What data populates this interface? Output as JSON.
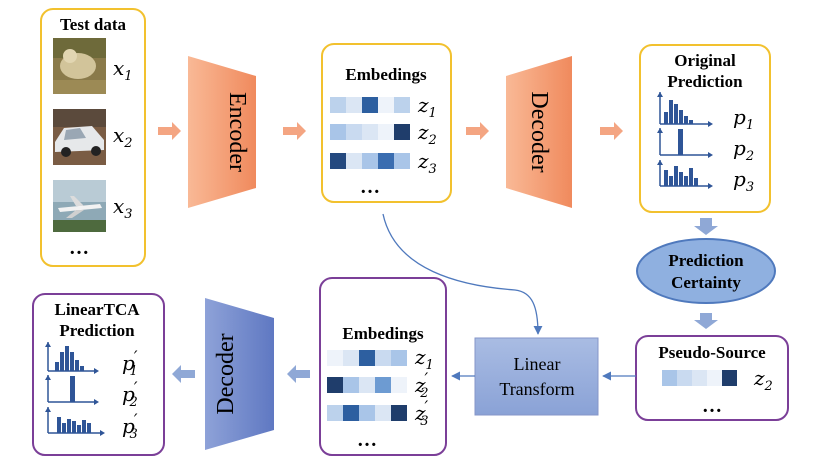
{
  "test_data": {
    "title": "Test data",
    "items": [
      "x",
      "x",
      "x"
    ],
    "subs": [
      "1",
      "2",
      "3"
    ],
    "more": "…"
  },
  "encoder": {
    "label": "Encoder"
  },
  "embed_top": {
    "title": "Embedings",
    "items": [
      "z",
      "z",
      "z"
    ],
    "subs": [
      "1",
      "2",
      "3"
    ],
    "more": "…"
  },
  "decoder_top": {
    "label": "Decoder"
  },
  "orig_pred": {
    "title_line1": "Original",
    "title_line2": "Prediction",
    "items": [
      "p",
      "p",
      "p"
    ],
    "subs": [
      "1",
      "2",
      "3"
    ]
  },
  "certainty": {
    "line1": "Prediction",
    "line2": "Certainty"
  },
  "pseudo_source": {
    "title": "Pseudo-Source",
    "item": "z",
    "sub": "2",
    "more": "…"
  },
  "linear_transform": {
    "line1": "Linear",
    "line2": "Transform"
  },
  "embed_bottom": {
    "title": "Embedings",
    "items": [
      "z",
      "z",
      "z"
    ],
    "subs": [
      "1",
      "2",
      "3"
    ],
    "primes": [
      "",
      "′",
      "′"
    ],
    "more": "…"
  },
  "decoder_bottom": {
    "label": "Decoder"
  },
  "lineartca_pred": {
    "title_line1": "LinearTCA",
    "title_line2": "Prediction",
    "items": [
      "p",
      "p",
      "p"
    ],
    "subs": [
      "1",
      "2",
      "3"
    ],
    "primes": [
      "′",
      "′",
      "′"
    ]
  },
  "colors": {
    "yellow_border": "#f2c12e",
    "purple_border": "#7b3f98",
    "orange_arrow": "#f4a582",
    "encoder_fill": "#f4a582",
    "blue_arrow": "#8fa8d6",
    "decoder_blue": "#7f95d1",
    "ellipse_fill": "#8fb0e0",
    "ellipse_stroke": "#4f79bd",
    "dark_blue": "#2f5597",
    "cell_colors": [
      "#dbe6f4",
      "#a9c5e8",
      "#6d9bd2",
      "#2d5fa0",
      "#1f3d6b"
    ]
  }
}
